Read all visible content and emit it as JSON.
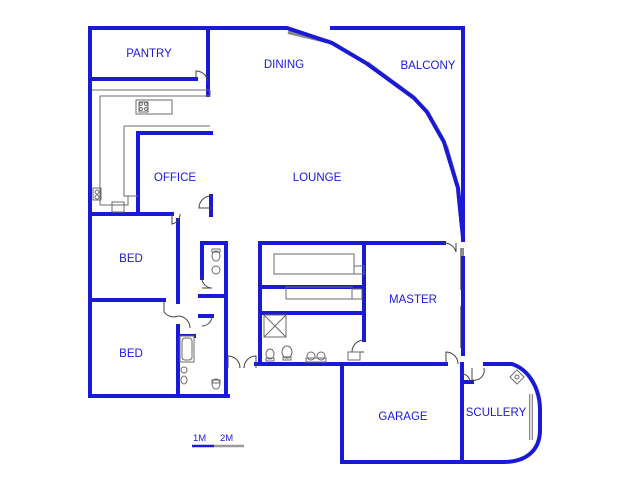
{
  "floorplan": {
    "colors": {
      "wall": "#1a1ad6",
      "label": "#1a1ad6",
      "fixture": "#6b6b6b",
      "window": "#8a8a8a"
    },
    "rooms": {
      "pantry": "PANTRY",
      "dining": "DINING",
      "balcony": "BALCONY",
      "office": "OFFICE",
      "lounge": "LOUNGE",
      "bed_1": "BED",
      "bed_2": "BED",
      "master": "MASTER",
      "garage": "GARAGE",
      "scullery": "SCULLERY"
    },
    "scale": {
      "mark_1": "1M",
      "mark_2": "2M"
    }
  }
}
